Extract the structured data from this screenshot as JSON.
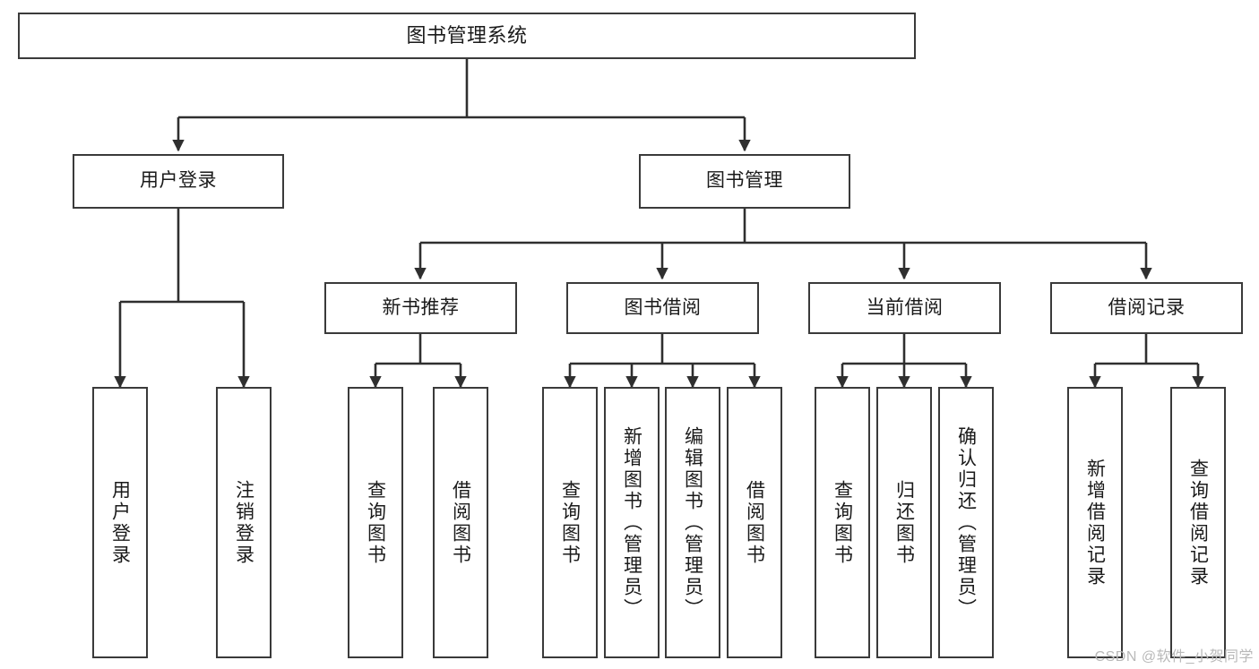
{
  "diagram": {
    "title": "图书管理系统",
    "type": "hierarchy-tree",
    "watermark": "CSDN @软件_小贺同学",
    "colors": {
      "background": "#ffffff",
      "box_border": "#3a3a3a",
      "connector": "#2f2f2f",
      "text": "#1a1a1a",
      "watermark": "#b9b9b9"
    },
    "levels": {
      "root": {
        "label": "图书管理系统"
      },
      "level1": [
        {
          "id": "user-login",
          "label": "用户登录"
        },
        {
          "id": "book-management",
          "label": "图书管理"
        }
      ],
      "level2": [
        {
          "id": "new-book-recommend",
          "label": "新书推荐",
          "parent": "book-management"
        },
        {
          "id": "book-borrow",
          "label": "图书借阅",
          "parent": "book-management"
        },
        {
          "id": "current-borrow",
          "label": "当前借阅",
          "parent": "book-management"
        },
        {
          "id": "borrow-record",
          "label": "借阅记录",
          "parent": "book-management"
        }
      ],
      "leaves": [
        {
          "id": "leaf-user-login",
          "label": "用户登录",
          "parent": "user-login"
        },
        {
          "id": "leaf-logout-login",
          "label": "注销登录",
          "parent": "user-login"
        },
        {
          "id": "leaf-query-book-1",
          "label": "查询图书",
          "parent": "new-book-recommend"
        },
        {
          "id": "leaf-borrow-book-1",
          "label": "借阅图书",
          "parent": "new-book-recommend"
        },
        {
          "id": "leaf-query-book-2",
          "label": "查询图书",
          "parent": "book-borrow"
        },
        {
          "id": "leaf-add-book",
          "label": "新增图书（管理员）",
          "parent": "book-borrow"
        },
        {
          "id": "leaf-edit-book",
          "label": "编辑图书（管理员）",
          "parent": "book-borrow"
        },
        {
          "id": "leaf-borrow-book-2",
          "label": "借阅图书",
          "parent": "book-borrow"
        },
        {
          "id": "leaf-query-book-3",
          "label": "查询图书",
          "parent": "current-borrow"
        },
        {
          "id": "leaf-return-book",
          "label": "归还图书",
          "parent": "current-borrow"
        },
        {
          "id": "leaf-confirm-return",
          "label": "确认归还（管理员）",
          "parent": "current-borrow"
        },
        {
          "id": "leaf-add-record",
          "label": "新增借阅记录",
          "parent": "borrow-record"
        },
        {
          "id": "leaf-query-record",
          "label": "查询借阅记录",
          "parent": "borrow-record"
        }
      ]
    }
  }
}
